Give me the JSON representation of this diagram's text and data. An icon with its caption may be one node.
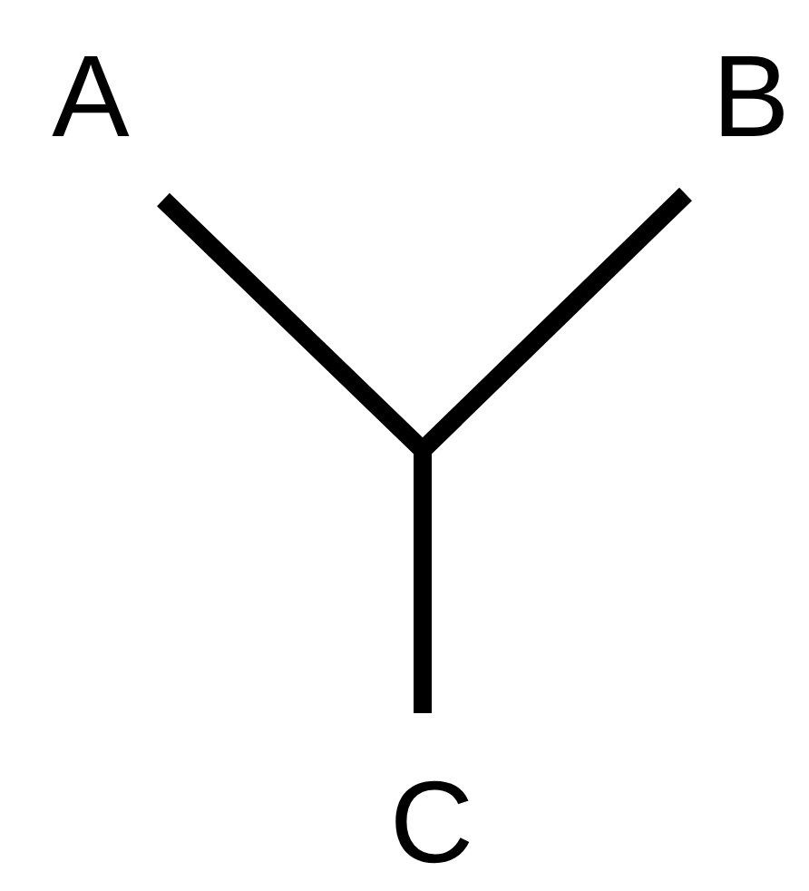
{
  "diagram": {
    "nodes": [
      {
        "text": [
          "A"
        ]
      },
      {
        "text": [
          "B"
        ]
      },
      {
        "text": [
          "C"
        ]
      }
    ],
    "edges": [
      {
        "from": 0,
        "to": 2,
        "arrow": "none"
      },
      {
        "from": 1,
        "to": 2,
        "arrow": "none"
      }
    ]
  }
}
